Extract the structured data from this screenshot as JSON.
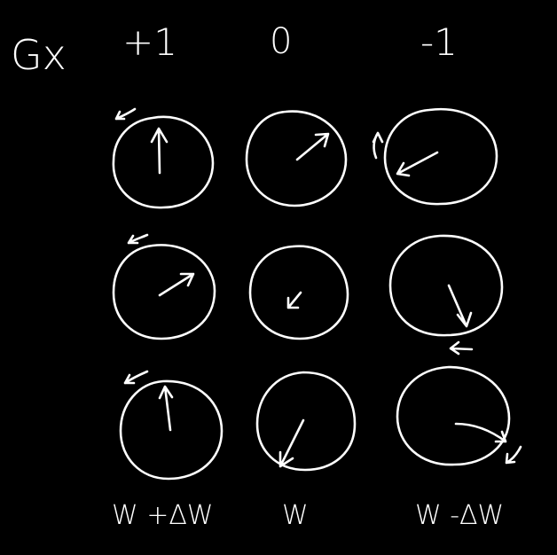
{
  "board": {
    "background": "#000000",
    "ink": "#ffffff"
  },
  "gradient": {
    "label": "Gx",
    "columns": [
      {
        "label": "+1",
        "frequency_label": "W +ΔW"
      },
      {
        "label": "0",
        "frequency_label": "W"
      },
      {
        "label": "-1",
        "frequency_label": "W -ΔW"
      }
    ]
  },
  "grid": {
    "description_icons": [
      "spin-circle-icon",
      "phase-arrow-icon",
      "rotation-arrow-icon"
    ]
  }
}
